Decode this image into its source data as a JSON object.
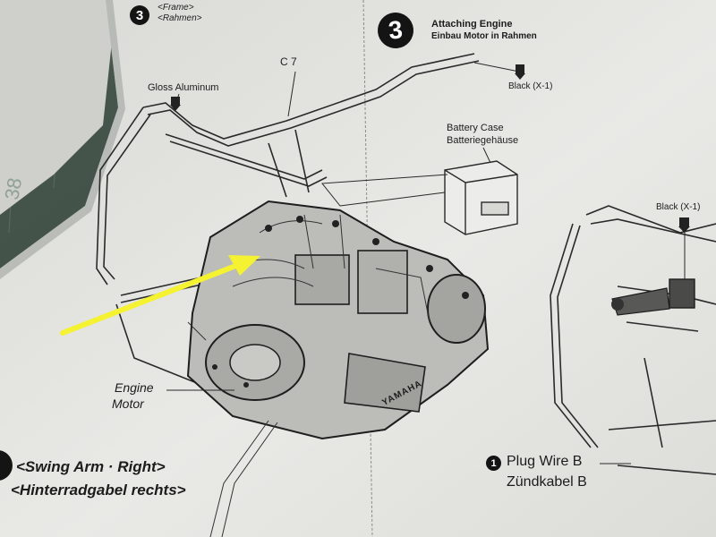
{
  "instructions": {
    "step_number": "3",
    "prev_step_number": "3",
    "prev_step_title": "<Frame>",
    "prev_step_title_de": "<Rahmen>",
    "step_title": "Attaching Engine",
    "step_title_de": "Einbau Motor in Rahmen",
    "part_c7": "C 7",
    "gloss_aluminum": "Gloss Aluminum",
    "black_x1_top": "Black (X-1)",
    "black_x1_right": "Black (X-1)",
    "battery_case": "Battery Case",
    "battery_case_de": "Batteriegehäuse",
    "engine": "Engine",
    "engine_de": "Motor",
    "swing_arm": "<Swing Arm · Right>",
    "swing_arm_de": "<Hinterradgabel rechts>",
    "plug_wire_num": "1",
    "plug_wire": "Plug Wire B",
    "plug_wire_de": "Zündkabel B",
    "brand_mark": "YAMAHA",
    "mat_number": "38"
  },
  "colors": {
    "mat_green": "#3b4a40",
    "paper": "#e6e6e2",
    "ink": "#1c1c1c",
    "arrow": "#f4f231"
  }
}
